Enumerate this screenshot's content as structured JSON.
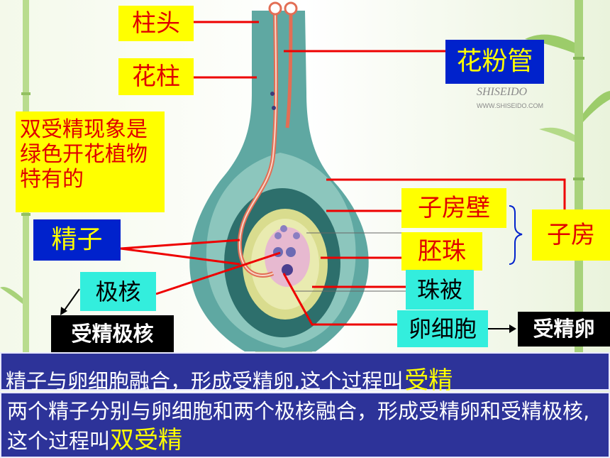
{
  "labels": {
    "stigma": "柱头",
    "style": "花柱",
    "pollen_tube": "花粉管",
    "note": "双受精现象是绿色开花植物特有的",
    "sperm": "精子",
    "polar_nuclei": "极核",
    "fertilized_polar_nuclei": "受精极核",
    "ovary_wall": "子房壁",
    "ovule": "胚珠",
    "integument": "珠被",
    "egg_cell": "卵细胞",
    "zygote": "受精卵",
    "ovary": "子房"
  },
  "watermark": {
    "brand": "SHISEIDO",
    "url": "WWW.SHISEIDO.COM"
  },
  "statements": {
    "fertilization_text": "精子与卵细胞融合，形成受精卵,这个过程叫",
    "fertilization_answer": "受精",
    "double_fertilization_text": "两个精子分别与卵细胞和两个极核融合，形成受精卵和受精极核,这个过程叫",
    "double_fertilization_answer": "双受精"
  },
  "colors": {
    "label_yellow": "#ffff00",
    "label_red_text": "#e00000",
    "label_blue": "#0022cc",
    "label_cyan": "#33eedd",
    "pointer_red": "#ee0000",
    "bottom_bar": "#2d3399"
  }
}
